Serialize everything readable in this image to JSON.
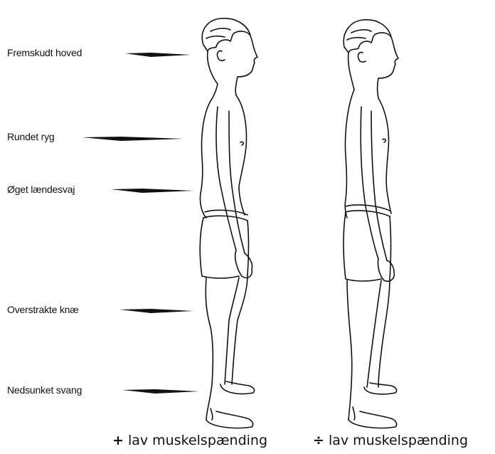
{
  "labels": {
    "head": "Fremskudt hoved",
    "back": "Rundet ryg",
    "lumbar": "Øget lændesvaj",
    "knee": "Overstrakte knæ",
    "arch": "Nedsunket svang"
  },
  "captions": {
    "left_sign": "+",
    "left_text": "lav muskelspænding",
    "right_sign": "÷",
    "right_text": "lav muskelspænding"
  }
}
